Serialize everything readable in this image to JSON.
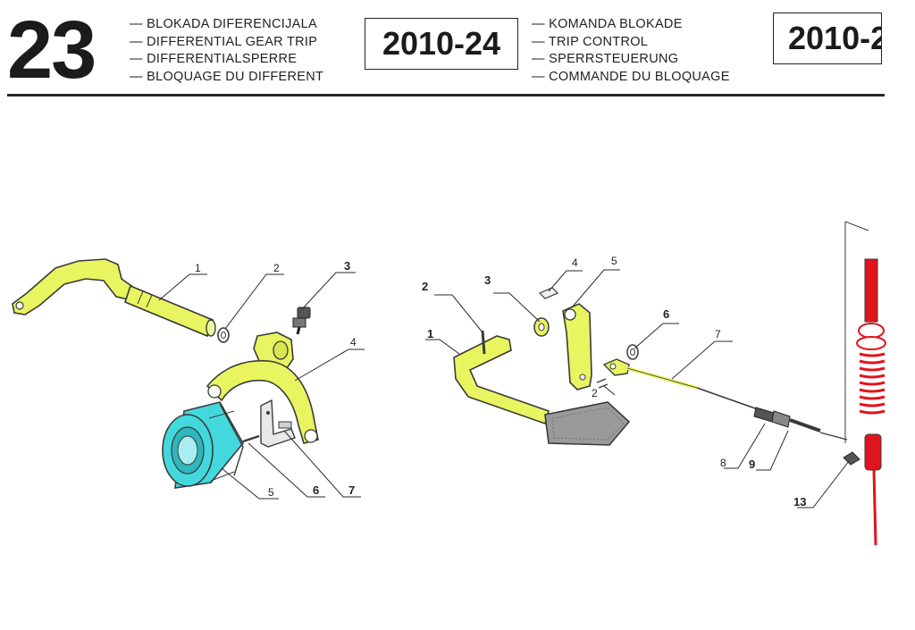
{
  "header": {
    "section_number": "23",
    "left_titles": [
      "— BLOKADA DIFERENCIJALA",
      "— DIFFERENTIAL GEAR TRIP",
      "— DIFFERENTIALSPERRE",
      "— BLOQUAGE DU DIFFERENT"
    ],
    "code_left": "2010-24",
    "right_titles": [
      "— KOMANDA BLOKADE",
      "— TRIP CONTROL",
      "— SPERRSTEUERUNG",
      "— COMMANDE DU BLOQUAGE"
    ],
    "code_right": "2010-2"
  },
  "left_assembly": {
    "callouts": [
      "1",
      "2",
      "3",
      "4",
      "5",
      "6",
      "7"
    ]
  },
  "right_assembly": {
    "callouts": [
      "2",
      "3",
      "4",
      "5",
      "1",
      "6",
      "7",
      "2",
      "8",
      "9",
      "13"
    ]
  },
  "highlight_colors": {
    "yellow": "#e8f560",
    "cyan": "#43d8dc",
    "red": "#e0141c"
  }
}
